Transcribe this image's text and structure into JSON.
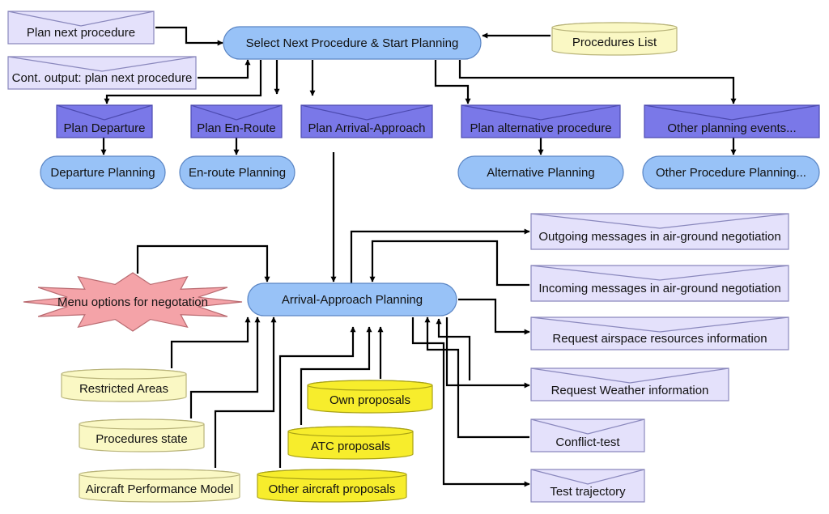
{
  "colors": {
    "process_fill": "#98c2f7",
    "process_stroke": "#5a85c4",
    "event_fill": "#7a78e8",
    "event_stroke": "#4d4bb0",
    "message_fill": "#e4e1fb",
    "message_stroke": "#8a88bd",
    "store_fill": "#faf8c4",
    "store_stroke": "#b9b47a",
    "proposal_fill": "#f7ed2c",
    "proposal_stroke": "#a9a215",
    "menu_fill": "#f4a3a8",
    "menu_stroke": "#b96a70",
    "edge": "#000000"
  },
  "nodes": {
    "select_next": "Select Next Procedure & Start Planning",
    "plan_next_procedure": "Plan next procedure",
    "cont_output": "Cont. output: plan next procedure",
    "procedures_list": "Procedures List",
    "plan_departure": "Plan Departure",
    "plan_enroute": "Plan En-Route",
    "plan_arrival": "Plan Arrival-Approach",
    "plan_alternative": "Plan alternative procedure",
    "other_events": "Other planning events...",
    "departure_planning": "Departure Planning",
    "enroute_planning": "En-route Planning",
    "alternative_planning": "Alternative Planning",
    "other_procedure_planning": "Other Procedure Planning...",
    "arrival_planning": "Arrival-Approach Planning",
    "menu_negotiation": "Menu options for negotation",
    "outgoing_messages": "Outgoing messages in air-ground negotiation",
    "incoming_messages": "Incoming messages in air-ground negotiation",
    "request_airspace": "Request airspace resources information",
    "request_weather": "Request Weather information",
    "conflict_test": "Conflict-test",
    "test_trajectory": "Test trajectory",
    "restricted_areas": "Restricted Areas",
    "procedures_state": "Procedures state",
    "aircraft_performance": "Aircraft Performance Model",
    "own_proposals": "Own proposals",
    "atc_proposals": "ATC proposals",
    "other_aircraft_proposals": "Other aircraft proposals"
  }
}
